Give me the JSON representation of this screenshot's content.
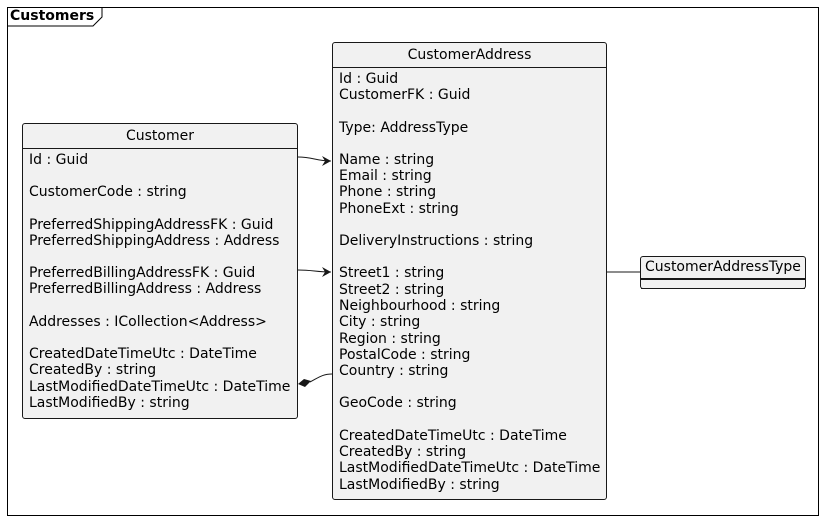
{
  "frame": {
    "title": "Customers"
  },
  "classes": {
    "customer": {
      "name": "Customer",
      "fields": [
        "Id : Guid",
        "",
        "CustomerCode : string",
        "",
        "PreferredShippingAddressFK : Guid",
        "PreferredShippingAddress : Address",
        "",
        "PreferredBillingAddressFK : Guid",
        "PreferredBillingAddress : Address",
        "",
        "Addresses : ICollection<Address>",
        "",
        "CreatedDateTimeUtc : DateTime",
        "CreatedBy : string",
        "LastModifiedDateTimeUtc : DateTime",
        "LastModifiedBy : string"
      ]
    },
    "customer_address": {
      "name": "CustomerAddress",
      "fields": [
        "Id : Guid",
        "CustomerFK : Guid",
        "",
        "Type: AddressType",
        "",
        "Name : string",
        "Email : string",
        "Phone : string",
        "PhoneExt : string",
        "",
        "DeliveryInstructions : string",
        "",
        "Street1 : string",
        "Street2 : string",
        "Neighbourhood : string",
        "City : string",
        "Region : string",
        "PostalCode : string",
        "Country : string",
        "",
        "GeoCode : string",
        "",
        "CreatedDateTimeUtc : DateTime",
        "CreatedBy : string",
        "LastModifiedDateTimeUtc : DateTime",
        "LastModifiedBy : string"
      ]
    },
    "customer_address_type": {
      "name": "CustomerAddressType",
      "fields": []
    }
  },
  "relations": [
    {
      "from": "Customer",
      "to": "CustomerAddress",
      "kind": "association-arrow"
    },
    {
      "from": "Customer",
      "to": "CustomerAddress",
      "kind": "association-arrow"
    },
    {
      "from": "Customer",
      "to": "CustomerAddress",
      "kind": "composition"
    },
    {
      "from": "CustomerAddress",
      "to": "CustomerAddressType",
      "kind": "link"
    }
  ]
}
